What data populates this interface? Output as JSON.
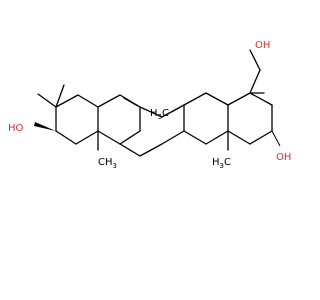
{
  "image": {
    "background": "#ffffff",
    "atom_color": "#000000",
    "heteroatom_color": "#d32f2f"
  },
  "labels": {
    "oh_left": "HO",
    "oh_right": "OH",
    "oh_top": "OH",
    "methyl": "H",
    "methyl_sub": "3",
    "methyl_c": "C",
    "methyl_suffix": "CH",
    "methyl_suffix_sub": "3"
  }
}
